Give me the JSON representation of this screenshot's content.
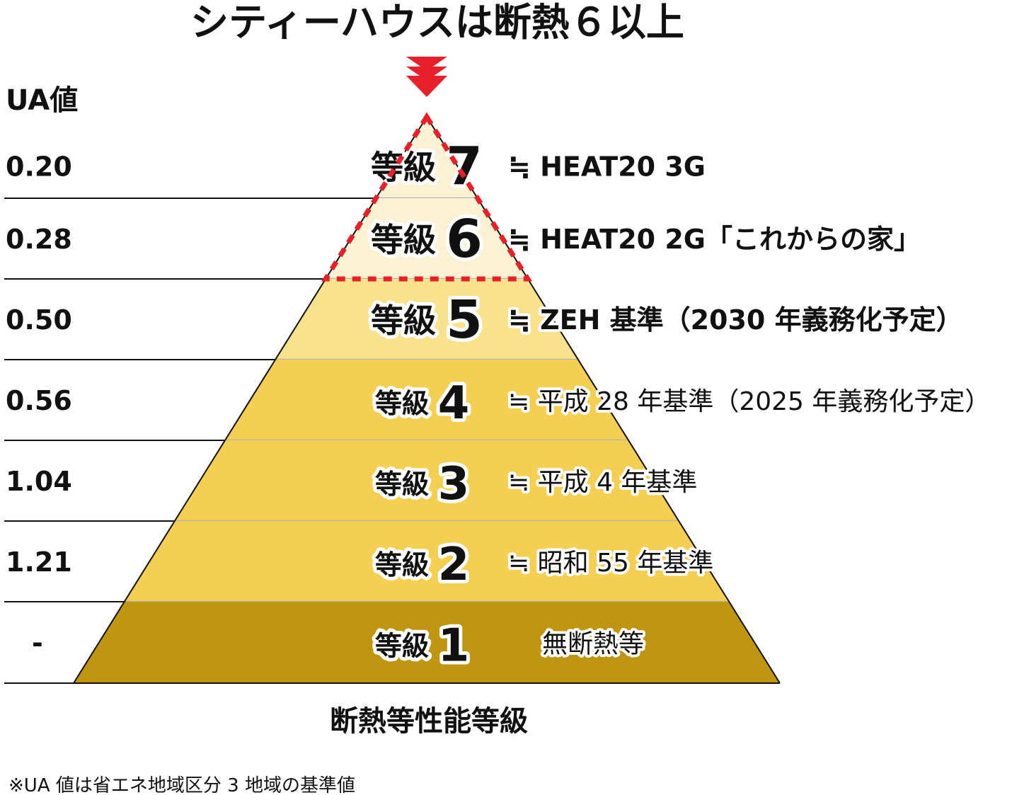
{
  "title": "シティーハウスは断熱６以上",
  "ua_header": "UA値",
  "levels": [
    {
      "grade_label": "等級",
      "grade": "7",
      "ua": "0.20",
      "desc": "≒ HEAT20 3G",
      "color": "#fbf1d3"
    },
    {
      "grade_label": "等級",
      "grade": "6",
      "ua": "0.28",
      "desc": "≒ HEAT20 2G「これからの家」",
      "color": "#fbf1d3"
    },
    {
      "grade_label": "等級",
      "grade": "5",
      "ua": "0.50",
      "desc": "≒ ZEH 基準（2030 年義務化予定）",
      "color": "#f8e38c"
    },
    {
      "grade_label": "等級",
      "grade": "4",
      "ua": "0.56",
      "desc": "≒ 平成 28 年基準（2025 年義務化予定）",
      "color": "#f4cf52"
    },
    {
      "grade_label": "等級",
      "grade": "3",
      "ua": "1.04",
      "desc": "≒ 平成 4 年基準",
      "color": "#f4cf52"
    },
    {
      "grade_label": "等級",
      "grade": "2",
      "ua": "1.21",
      "desc": "≒ 昭和 55 年基準",
      "color": "#f4cf52"
    },
    {
      "grade_label": "等級",
      "grade": "1",
      "ua": "-",
      "desc": "無断熱等",
      "color": "#c0950f"
    }
  ],
  "axis_label": "断熱等性能等級",
  "footnote": "※UA 値は省エネ地域区分 3 地域の基準値",
  "highlight_color": "#e8202a"
}
